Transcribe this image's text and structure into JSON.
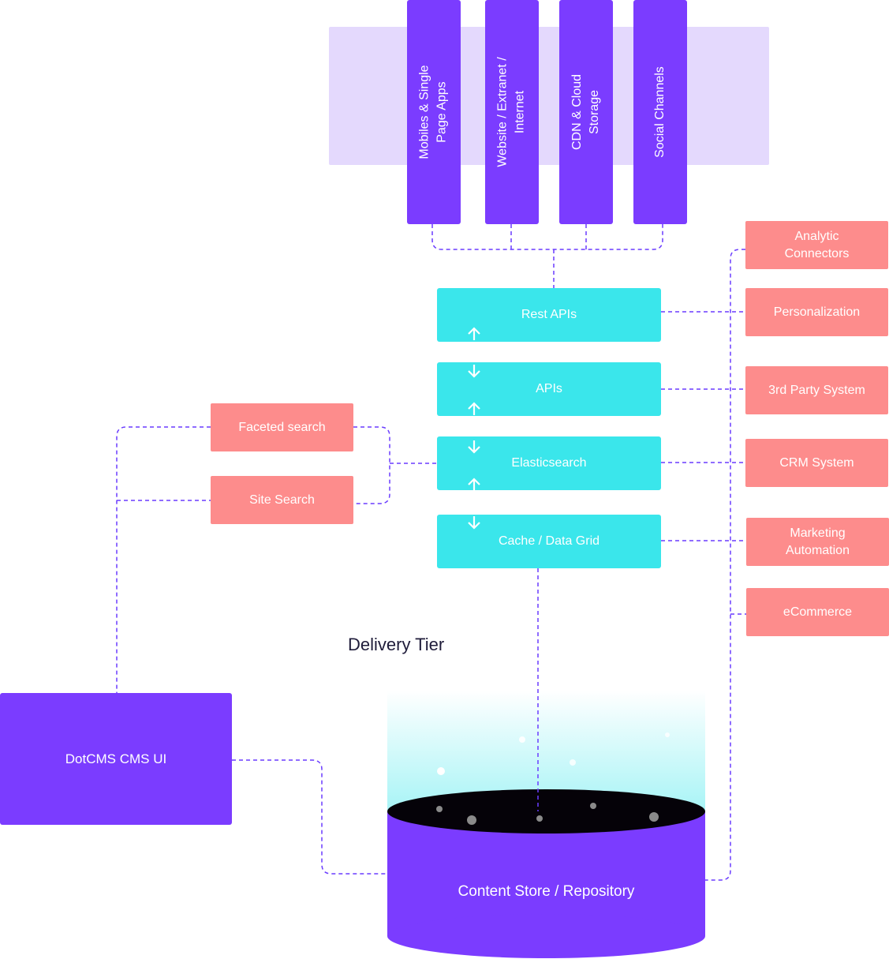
{
  "colors": {
    "purple": "#7b3cff",
    "lavender": "#e4d9fd",
    "cyan": "#3ae6eb",
    "coral": "#fd8c8c",
    "connector": "#6a3cff"
  },
  "channels": [
    {
      "line1": "Mobiles & Single",
      "line2": "Page Apps"
    },
    {
      "line1": "Website / Extranet /",
      "line2": "Internet"
    },
    {
      "line1": "CDN & Cloud",
      "line2": "Storage"
    },
    {
      "line1": "Social Channels",
      "line2": ""
    }
  ],
  "delivery_stack": {
    "rest_apis": "Rest APIs",
    "apis": "APIs",
    "elasticsearch": "Elasticsearch",
    "cache": "Cache / Data Grid"
  },
  "search_boxes": {
    "faceted": "Faceted search",
    "site": "Site Search"
  },
  "integrations": {
    "analytic": {
      "line1": "Analytic",
      "line2": "Connectors"
    },
    "personalization": "Personalization",
    "third_party": "3rd Party System",
    "crm": "CRM System",
    "marketing": {
      "line1": "Marketing",
      "line2": "Automation"
    },
    "ecommerce": "eCommerce"
  },
  "delivery_tier_label": "Delivery Tier",
  "cms_ui": "DotCMS CMS UI",
  "content_store": "Content Store / Repository"
}
